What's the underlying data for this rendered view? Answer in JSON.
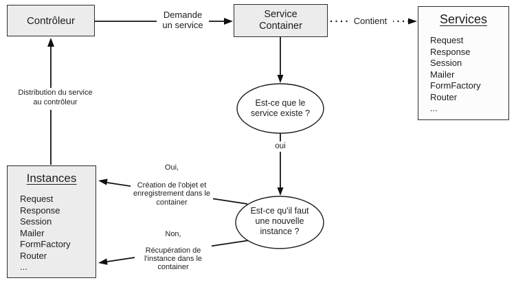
{
  "boxes": {
    "controleur": {
      "label": "Contrôleur"
    },
    "service_container": {
      "label": "Service\nContainer"
    },
    "services": {
      "title": "Services",
      "items": [
        "Request",
        "Response",
        "Session",
        "Mailer",
        "FormFactory",
        "Router",
        "..."
      ]
    },
    "instances": {
      "title": "Instances",
      "items": [
        "Request",
        "Response",
        "Session",
        "Mailer",
        "FormFactory",
        "Router",
        "..."
      ]
    }
  },
  "decisions": {
    "service_exists": {
      "label": "Est-ce que le\nservice existe ?"
    },
    "new_instance": {
      "label": "Est-ce qu'il faut\nune nouvelle\ninstance ?"
    }
  },
  "edges": {
    "demande": {
      "label": "Demande\nun service"
    },
    "contient": {
      "label": "Contient"
    },
    "oui": {
      "label": "oui"
    },
    "distribution": {
      "label": "Distribution du service\nau contrôleur"
    },
    "creation": {
      "label": "Oui,\n\nCréation de l'objet et\nenregistrement dans le\ncontainer"
    },
    "recuperation": {
      "label": "Non,\n\nRécupération de\nl'instance dans le\ncontainer"
    }
  },
  "colors": {
    "box_fill": "#ececec",
    "list_box_fill": "#fcfcfc",
    "stroke": "#111111",
    "background": "#ffffff"
  }
}
